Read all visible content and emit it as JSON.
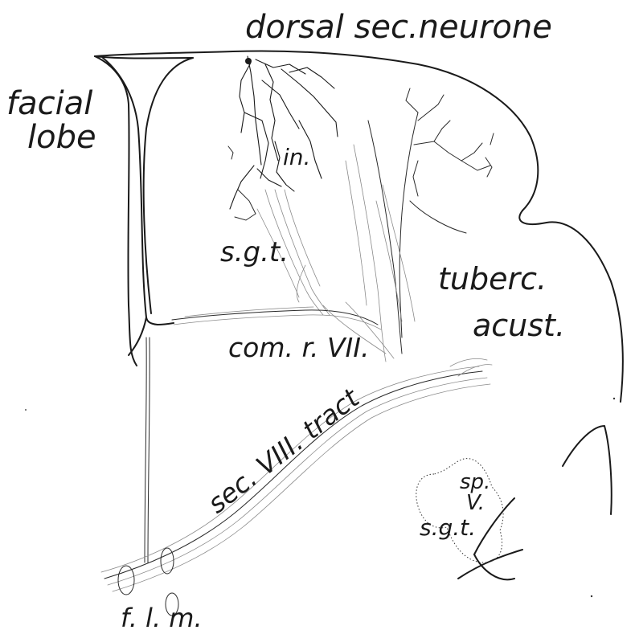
{
  "labels": {
    "dorsal_sec_neurone": "dorsal sec.neurone",
    "facial": "facial",
    "lobe": "lobe",
    "in": "in.",
    "sgt_upper": "s.g.t.",
    "tuberc": "tuberc.",
    "acust": "acust.",
    "com_r_vii": "com. r. VII.",
    "sec_viii_tract": "sec. VIII. tract",
    "sp": "sp.",
    "v": "V.",
    "sgt_lower": "s.g.t.",
    "flm": "f. l. m."
  }
}
